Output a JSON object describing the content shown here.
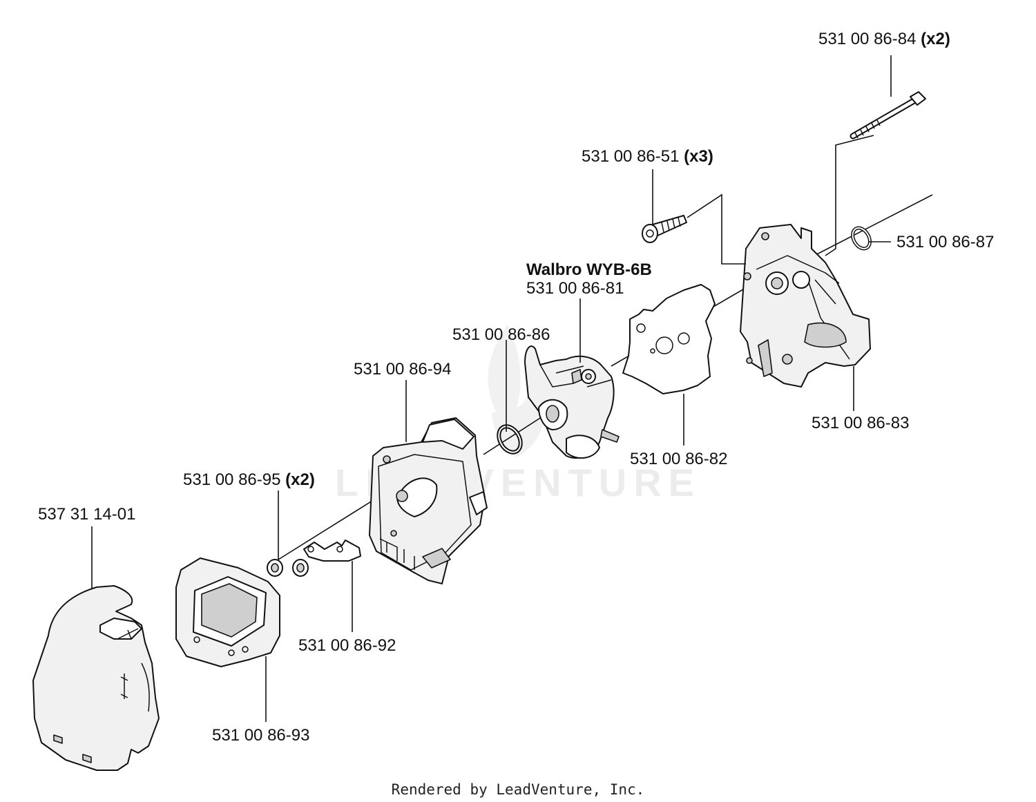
{
  "watermark": "LEADVENTURE",
  "footer": "Rendered by LeadVenture, Inc.",
  "carburetor_model": "Walbro WYB-6B",
  "parts": {
    "bolt_long": {
      "number": "531 00 86-84",
      "qty": "(x2)"
    },
    "screw": {
      "number": "531 00 86-51",
      "qty": "(x3)"
    },
    "o_ring_right": {
      "number": "531 00 86-87"
    },
    "carburetor": {
      "number": "531 00 86-81"
    },
    "o_ring_mid": {
      "number": "531 00 86-86"
    },
    "air_filter_holder": {
      "number": "531 00 86-94"
    },
    "intake_manifold": {
      "number": "531 00 86-83"
    },
    "gasket": {
      "number": "531 00 86-82"
    },
    "nut": {
      "number": "531 00 86-95",
      "qty": "(x2)"
    },
    "air_filter_cover": {
      "number": "537 31 14-01"
    },
    "bracket": {
      "number": "531 00 86-92"
    },
    "filter": {
      "number": "531 00 86-93"
    }
  },
  "colors": {
    "ink": "#111111",
    "watermark": "#ececec",
    "background": "#ffffff"
  }
}
